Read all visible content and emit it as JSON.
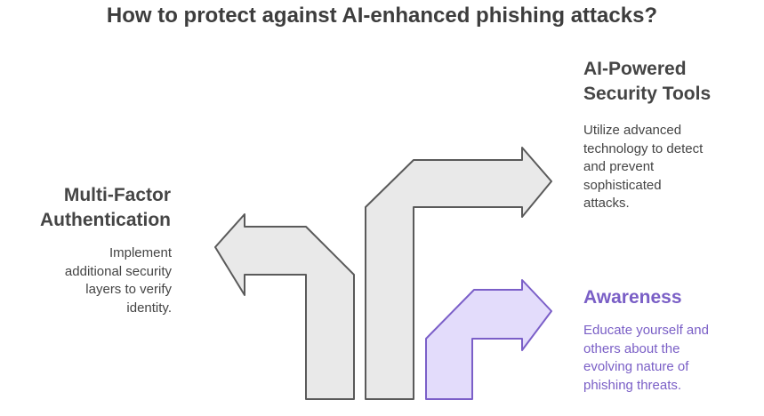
{
  "title": "How to protect against AI-enhanced phishing attacks?",
  "colors": {
    "gray_fill": "#e9e9e9",
    "gray_stroke": "#5a5a5a",
    "purple_fill": "#e3dcfb",
    "purple_stroke": "#7b5fc8",
    "purple_text": "#7a5fc6"
  },
  "items": {
    "mfa": {
      "heading_line1": "Multi-Factor",
      "heading_line2": "Authentication",
      "desc_lines": [
        "Implement",
        "additional security",
        "layers to verify",
        "identity."
      ]
    },
    "ai_tools": {
      "heading_line1": "AI-Powered",
      "heading_line2": "Security Tools",
      "desc_lines": [
        "Utilize advanced",
        "technology to detect",
        "and prevent",
        "sophisticated",
        "attacks."
      ]
    },
    "awareness": {
      "heading": "Awareness",
      "desc_lines": [
        "Educate yourself and",
        "others about the",
        "evolving nature of",
        "phishing threats."
      ]
    }
  }
}
